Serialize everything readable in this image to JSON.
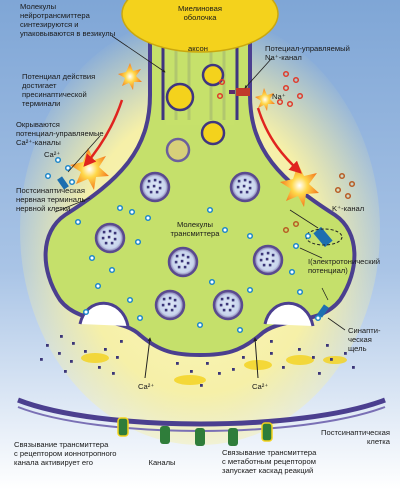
{
  "labels": {
    "myelin": "Миелиновая\nоболочка",
    "axon": "аксон",
    "neurotransmitter_synthesis": "Молекулы\nнейротрансмиттера\nсинтезируются и\nупаковываются в везикулы",
    "na_channel": "Потециал-управляемый\nNa⁺-канал",
    "na_ion": "Na⁺",
    "action_potential": "Потенциал действия\nдостигает\nпресинаптической\nтерминали",
    "ca_channels_open": "Окрываются\nпотенциал-управляемые\nCa²⁺-каналы",
    "ca_ion_top": "Ca²⁺",
    "presynaptic_terminal": "Постсинаптическая\nнервная терминаль\nнервной клетки",
    "transmitter_molecules": "Молекулы\nтрансмиттера",
    "k_channel": "K⁺-канал",
    "electrotonic_potential": "I(электротонический\nпотенциал)",
    "cleft": "Синапти-\nческая\nщель",
    "ca_ion_left": "Ca²⁺",
    "ca_ion_right": "Ca²⁺",
    "postsynaptic_cell": "Постсинаптическая\nклетка",
    "ionotropic_binding": "Связывание трансмиттера\nс рецептором ионнотропного\nканала активирует его",
    "channels": "Каналы",
    "metabotropic_binding": "Связывание трансмиттера\nс метаботным рецептором\nзапускает каскад реакций"
  },
  "colors": {
    "background_top": "#7fa6d6",
    "background_bottom": "#ffffff",
    "glow": "#f4f0a0",
    "terminal_fill": "#c5e06b",
    "membrane": "#4b3f8f",
    "myelin": "#f4d21c",
    "vesicle": "#7b6aa8",
    "na_dot": "#e03a2a",
    "k_dot": "#b85b23",
    "ca_dot": "#1d86c9",
    "channel": "#2f7d3a",
    "arrow": "#e0241f"
  }
}
